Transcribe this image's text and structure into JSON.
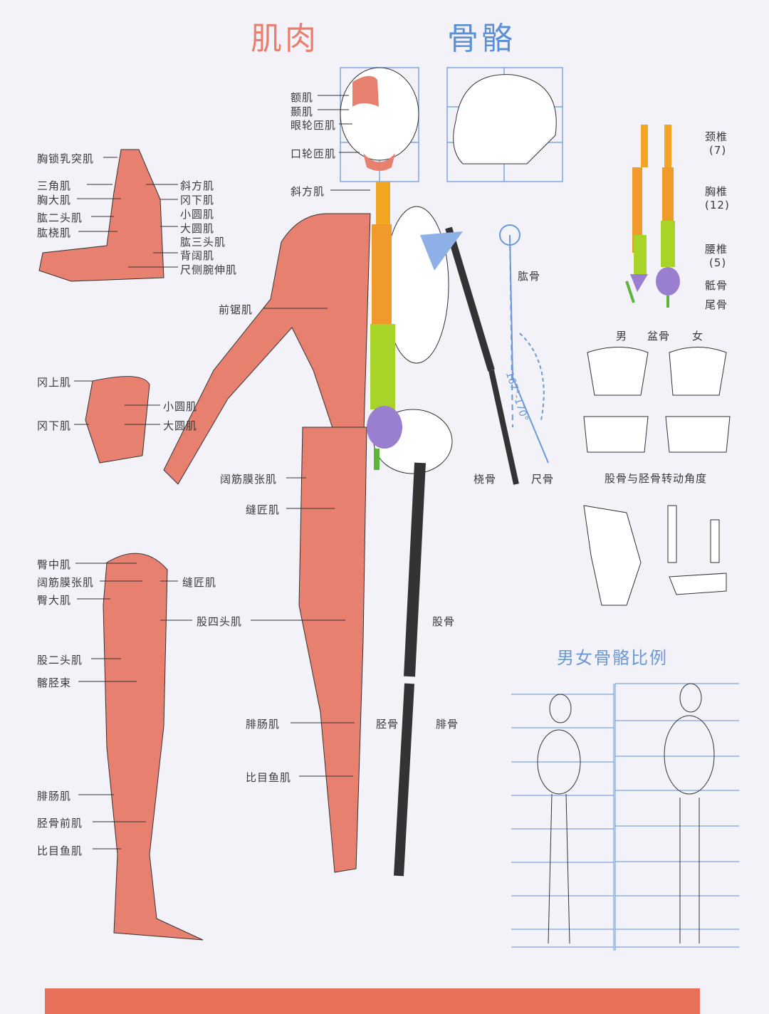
{
  "titles": {
    "muscle": "肌肉",
    "bone": "骨骼"
  },
  "colors": {
    "muscle": "#e8806f",
    "bone_title": "#5b8fd6",
    "bar": "#e8705a",
    "cervical": "#f2a623",
    "thoracic": "#ef9a2a",
    "lumbar": "#a8d42a",
    "sacrum": "#9a7fd0",
    "coccyx": "#5cb53a",
    "scapula": "#8fb0e6"
  },
  "center_muscles": [
    "额肌",
    "颞肌",
    "眼轮匝肌",
    "口轮匝肌",
    "斜方肌",
    "前锯肌",
    "阔筋膜张肌",
    "缝匠肌",
    "股四头肌",
    "腓肠肌",
    "比目鱼肌"
  ],
  "center_bones": [
    "肱骨",
    "桡骨",
    "尺骨",
    "股骨",
    "胫骨",
    "腓骨"
  ],
  "arm_left": [
    "胸锁乳突肌",
    "三角肌",
    "胸大肌",
    "肱二头肌",
    "肱桡肌"
  ],
  "arm_right": [
    "斜方肌",
    "冈下肌",
    "小圆肌",
    "大圆肌",
    "肱三头肌",
    "背阔肌",
    "尺侧腕伸肌"
  ],
  "shoulder": [
    "冈上肌",
    "冈下肌",
    "小圆肌",
    "大圆肌"
  ],
  "leg": [
    "臀中肌",
    "阔筋膜张肌",
    "臀大肌",
    "缝匠肌",
    "股四头肌",
    "股二头肌",
    "髂胫束",
    "腓肠肌",
    "胫骨前肌",
    "比目鱼肌"
  ],
  "spine": {
    "cervical": "颈椎",
    "cervical_n": "(7)",
    "thoracic": "胸椎",
    "thoracic_n": "(12)",
    "lumbar": "腰椎",
    "lumbar_n": "(5)",
    "sacrum": "骶骨",
    "coccyx": "尾骨"
  },
  "pelvis": {
    "male": "男",
    "title": "盆骨",
    "female": "女"
  },
  "knee_title": "股骨与胫骨转动角度",
  "proportion_title": "男女骨骼比例",
  "carrying_angle": "167°-170°"
}
